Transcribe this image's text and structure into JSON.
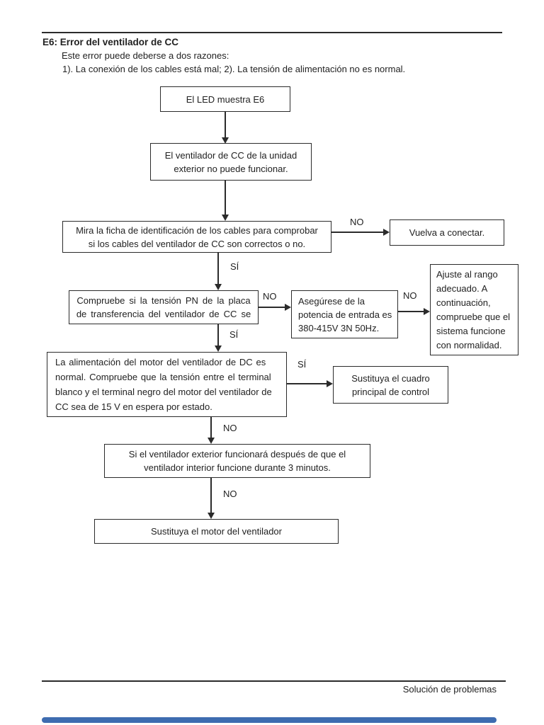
{
  "page": {
    "header": {
      "title": "E6: Error del ventilador de CC",
      "subtitle1": "Este error puede deberse a dos razones:",
      "subtitle2": "1). La conexión de los cables está mal; 2). La tensión de alimentación no es normal."
    },
    "footer": {
      "text": "Solución de problemas"
    },
    "colors": {
      "line": "#2b2b2b",
      "accent_bar": "#3e6cb0",
      "background": "#ffffff"
    }
  },
  "flowchart": {
    "labels": {
      "yes": "SÍ",
      "no": "NO"
    },
    "nodes": [
      {
        "id": "led-display",
        "lines": [
          "El LED muestra E6"
        ]
      },
      {
        "id": "fan-cannot-work",
        "lines": [
          "El ventilador de CC de la unidad",
          "exterior no puede funcionar."
        ]
      },
      {
        "id": "check-wiring",
        "lines": [
          "Mira la ficha de identificación de los cables para comprobar",
          "si los cables del ventilador de CC son correctos o no."
        ]
      },
      {
        "id": "reconnect",
        "lines": [
          "Vuelva a conectar."
        ]
      },
      {
        "id": "check-pn-voltage",
        "lines": [
          "Compruebe si la tensión PN de la placa",
          "de transferencia del ventilador de CC se"
        ]
      },
      {
        "id": "check-input-power",
        "lines": [
          "Asegúrese de la",
          "potencia de entrada es",
          "380-415V 3N 50Hz."
        ]
      },
      {
        "id": "adjust-range",
        "lines": [
          "Ajuste al rango",
          "adecuado. A",
          "continuación,",
          "compruebe que el",
          "sistema funcione",
          "con normalidad."
        ]
      },
      {
        "id": "check-motor-power",
        "lines": [
          "La alimentación del motor del ventilador de DC es",
          "normal. Compruebe que la tensión entre el terminal",
          "blanco y el terminal negro del motor del ventilador de",
          "CC sea de 15 V en espera por estado."
        ]
      },
      {
        "id": "replace-main-board",
        "lines": [
          "Sustituya el cuadro",
          "principal de control"
        ]
      },
      {
        "id": "fan-after-3-minutes",
        "lines": [
          "Si el ventilador exterior funcionará después de que el",
          "ventilador interior funcione durante 3 minutos."
        ]
      },
      {
        "id": "replace-fan-motor",
        "lines": [
          "Sustituya el motor del ventilador"
        ]
      }
    ],
    "edges": [
      {
        "from": "led-display",
        "to": "fan-cannot-work",
        "label": ""
      },
      {
        "from": "fan-cannot-work",
        "to": "check-wiring",
        "label": ""
      },
      {
        "from": "check-wiring",
        "to": "reconnect",
        "label": "NO"
      },
      {
        "from": "check-wiring",
        "to": "check-pn-voltage",
        "label": "SÍ"
      },
      {
        "from": "check-pn-voltage",
        "to": "check-input-power",
        "label": "NO"
      },
      {
        "from": "check-input-power",
        "to": "adjust-range",
        "label": "NO"
      },
      {
        "from": "check-pn-voltage",
        "to": "check-motor-power",
        "label": "SÍ"
      },
      {
        "from": "check-motor-power",
        "to": "replace-main-board",
        "label": "SÍ"
      },
      {
        "from": "check-motor-power",
        "to": "fan-after-3-minutes",
        "label": "NO"
      },
      {
        "from": "fan-after-3-minutes",
        "to": "replace-fan-motor",
        "label": "NO"
      }
    ]
  }
}
